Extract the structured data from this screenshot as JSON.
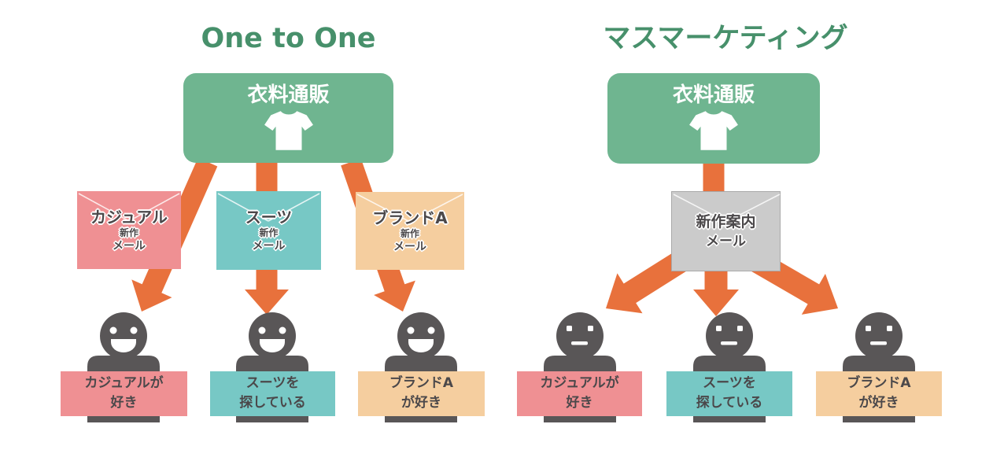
{
  "colors": {
    "title_green": "#47906B",
    "box_green": "#6FB590",
    "arrow_orange": "#E8713C",
    "person_gray": "#595657",
    "mail_pink": "#EF9093",
    "mail_teal": "#77C8C5",
    "mail_tan": "#F5CE9F",
    "mail_gray": "#CBCBCB",
    "mail_gray_border": "#A9A9A9",
    "text_dark": "#4B484A",
    "background": "#FFFFFF"
  },
  "left": {
    "title": "One to One",
    "shop": {
      "name": "衣料通販",
      "icon": "tshirt-icon"
    },
    "mails": [
      {
        "title": "カジュアル",
        "sub": "新作",
        "type": "メール",
        "color": "#EF9093"
      },
      {
        "title": "スーツ",
        "sub": "新作",
        "type": "メール",
        "color": "#77C8C5"
      },
      {
        "title": "ブランドA",
        "sub": "新作",
        "type": "メール",
        "color": "#F5CE9F"
      }
    ],
    "customers": [
      {
        "mood": "happy",
        "label": [
          "カジュアルが",
          "好き"
        ],
        "color": "#EF9093"
      },
      {
        "mood": "happy",
        "label": [
          "スーツを",
          "探している"
        ],
        "color": "#77C8C5"
      },
      {
        "mood": "happy",
        "label": [
          "ブランドA",
          "が好き"
        ],
        "color": "#F5CE9F"
      }
    ]
  },
  "right": {
    "title": "マスマーケティング",
    "shop": {
      "name": "衣料通販",
      "icon": "tshirt-icon"
    },
    "mails": [
      {
        "title": "新作案内",
        "type": "メール",
        "color": "#CBCBCB"
      }
    ],
    "customers": [
      {
        "mood": "neutral",
        "label": [
          "カジュアルが",
          "好き"
        ],
        "color": "#EF9093"
      },
      {
        "mood": "neutral",
        "label": [
          "スーツを",
          "探している"
        ],
        "color": "#77C8C5"
      },
      {
        "mood": "neutral",
        "label": [
          "ブランドA",
          "が好き"
        ],
        "color": "#F5CE9F"
      }
    ]
  }
}
